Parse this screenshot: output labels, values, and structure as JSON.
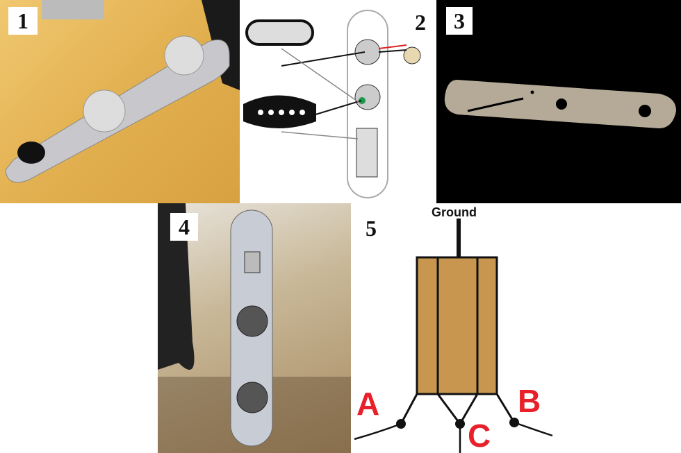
{
  "panels": [
    {
      "number": "1"
    },
    {
      "number": "2"
    },
    {
      "number": "3"
    },
    {
      "number": "4"
    },
    {
      "number": "5"
    }
  ],
  "diagram": {
    "ground_label": "Ground",
    "lug_a": "A",
    "lug_b": "B",
    "lug_c": "C",
    "body_color": "#c8964f",
    "label_color": "#e8202a"
  }
}
